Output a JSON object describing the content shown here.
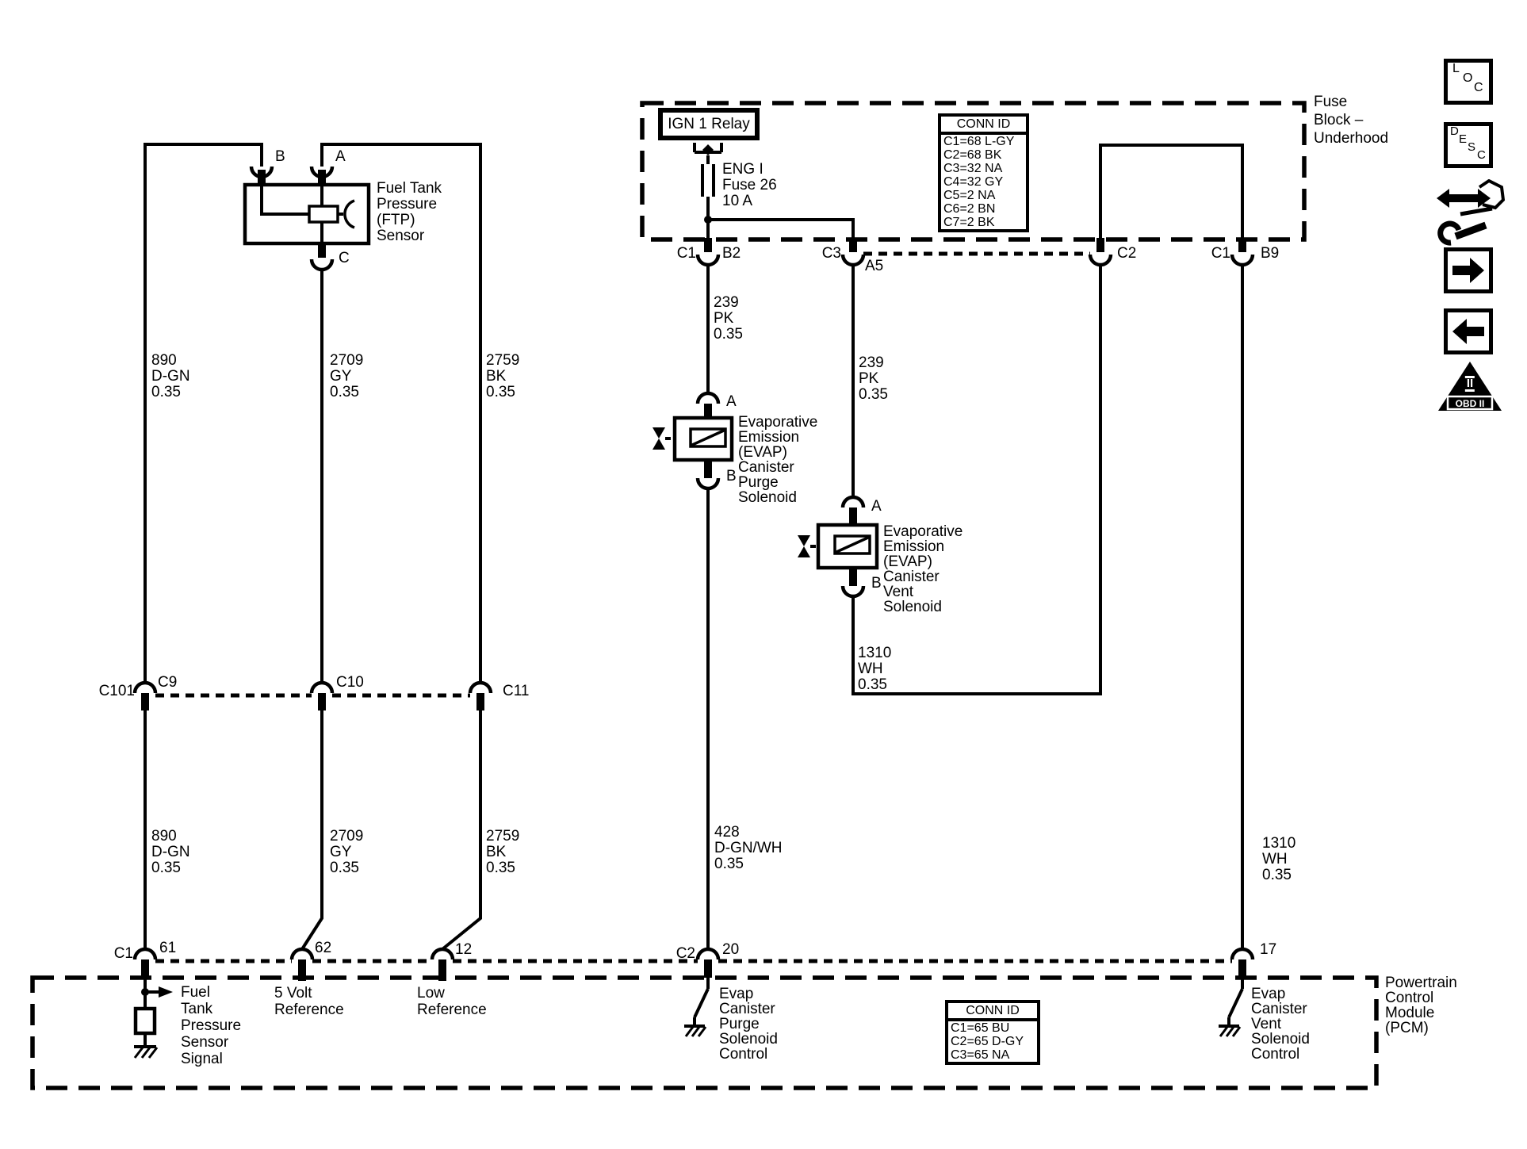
{
  "diagram": {
    "fuse_block_label": "Fuse\nBlock –\nUnderhood",
    "pcm_label": "Powertrain\nControl\nModule\n(PCM)",
    "relay_label": "IGN 1 Relay",
    "fuse_label": "ENG I\nFuse 26\n10 A",
    "ftp_sensor_label": "Fuel Tank\nPressure\n(FTP)\nSensor",
    "purge_solenoid_label": "Evaporative\nEmission\n(EVAP)\nCanister\nPurge\nSolenoid",
    "vent_solenoid_label": "Evaporative\nEmission\n(EVAP)\nCanister\nVent\nSolenoid"
  },
  "conn_id_top": {
    "title": "CONN ID",
    "rows": [
      "C1=68 L-GY",
      "C2=68 BK",
      "C3=32 NA",
      "C4=32 GY",
      "C5=2 NA",
      "C6=2 BN",
      "C7=2 BK"
    ]
  },
  "conn_id_bottom": {
    "title": "CONN ID",
    "rows": [
      "C1=65 BU",
      "C2=65 D-GY",
      "C3=65 NA"
    ]
  },
  "wire_labels": {
    "w890_upper": "890\nD-GN\n0.35",
    "w2709_upper": "2709\nGY\n0.35",
    "w2759_upper": "2759\nBK\n0.35",
    "w890_lower": "890\nD-GN\n0.35",
    "w2709_lower": "2709\nGY\n0.35",
    "w2759_lower": "2759\nBK\n0.35",
    "w239_purge": "239\nPK\n0.35",
    "w239_vent": "239\nPK\n0.35",
    "w428": "428\nD-GN/WH\n0.35",
    "w1310_mid": "1310\nWH\n0.35",
    "w1310_right": "1310\nWH\n0.35"
  },
  "pins": {
    "ftp_a": "A",
    "ftp_b": "B",
    "ftp_c": "C",
    "purge_a": "A",
    "purge_b": "B",
    "vent_a": "A",
    "vent_b": "B",
    "fb_c1_left": "C1",
    "fb_b2": "B2",
    "fb_c3": "C3",
    "fb_a5": "A5",
    "fb_c2": "C2",
    "fb_c1_right": "C1",
    "fb_b9": "B9",
    "c101": "C101",
    "c9": "C9",
    "c10": "C10",
    "c11": "C11",
    "pcm_c1": "C1",
    "p61": "61",
    "p62": "62",
    "p12": "12",
    "pcm_c2": "C2",
    "p20": "20",
    "p17": "17"
  },
  "pcm_signals": {
    "ftp_signal": "Fuel\nTank\nPressure\nSensor\nSignal",
    "ref_5v": "5 Volt\nReference",
    "ref_low": "Low\nReference",
    "purge_control": "Evap\nCanister\nPurge\nSolenoid\nControl",
    "vent_control": "Evap\nCanister\nVent\nSolenoid\nControl"
  },
  "nav_icons": {
    "loc_letters": [
      "L",
      "O",
      "C"
    ],
    "desc_letters": [
      "D",
      "E",
      "S",
      "C"
    ],
    "obd_numeral": "II",
    "obd_label": "OBD II"
  }
}
